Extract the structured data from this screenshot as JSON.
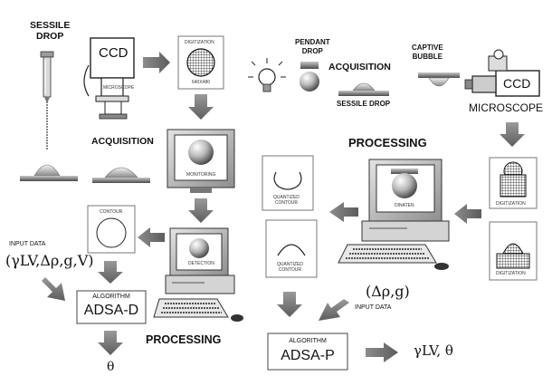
{
  "labels": {
    "sessile_drop_left": "SESSILE\nDROP",
    "ccd_left": "CCD",
    "microscope_small": "MICROSCOPE",
    "digitization_left": "DIGITIZATION",
    "resolution": "640X480",
    "acquisition_left": "ACQUISITION",
    "monitoring": "MONITORING",
    "contour_left": "CONTOUR",
    "detection": "DETECTION",
    "input_data_left": "INPUT DATA",
    "input_formula_left": "(γLV,Δρ,g,V)",
    "algorithm_left": "ALGORITHM",
    "adsa_d": "ADSA-D",
    "processing_left": "PROCESSING",
    "theta_left": "θ",
    "pendant_drop": "PENDANT\nDROP",
    "captive_bubble": "CAPTIVE\nBUBBLE",
    "acquisition_right": "ACQUISITION",
    "sessile_drop_right": "SESSILE DROP",
    "ccd_right": "CCD",
    "microscope_right": "MICROSCOPE",
    "processing_right": "PROCESSING",
    "quantized_contour_1": "QUANTIZED\nCONTOUR",
    "quantized_contour_2": "QUANTIZED\nCONTOUR",
    "dinaten": "DINATEN",
    "digitization_right_1": "DIGITIZATION",
    "digitization_right_2": "DIGITIZATION",
    "input_formula_right": "(Δρ,g)",
    "input_data_right": "INPUT DATA",
    "algorithm_right": "ALGORITHM",
    "adsa_p": "ADSA-P",
    "output_right": "γLV, θ"
  }
}
